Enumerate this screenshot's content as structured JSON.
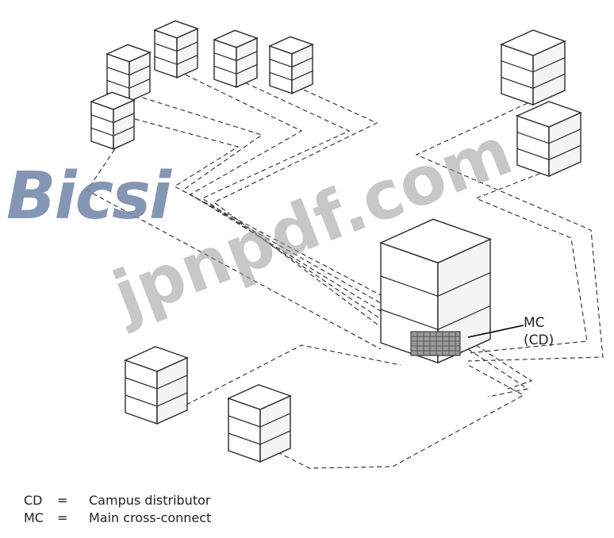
{
  "diagram": {
    "main_building_label_line1": "MC",
    "main_building_label_line2": "(CD)"
  },
  "legend": [
    {
      "abbr": "CD",
      "eq": "=",
      "meaning": "Campus distributor"
    },
    {
      "abbr": "MC",
      "eq": "=",
      "meaning": "Main cross-connect"
    }
  ],
  "watermark": {
    "logo_text": "Bicsi",
    "site_text": "jpnpdf.com"
  }
}
